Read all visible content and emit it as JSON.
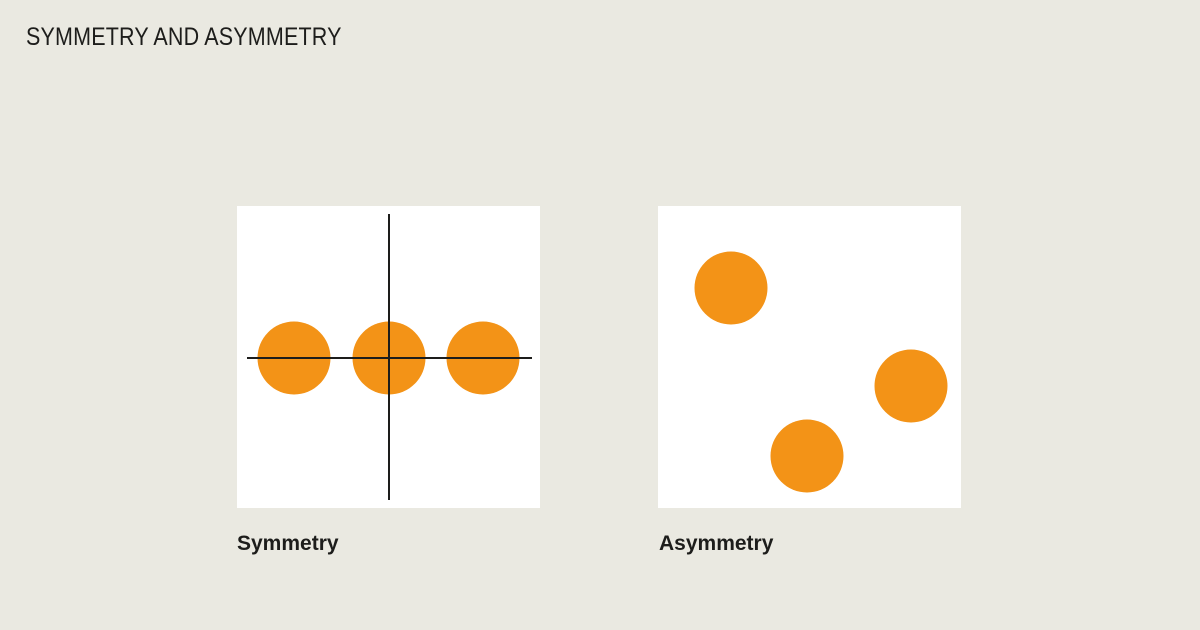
{
  "title": "SYMMETRY AND ASYMMETRY",
  "colors": {
    "background": "#eae9e1",
    "panel": "#ffffff",
    "circle": "#f39317",
    "axis": "#1d1d1b"
  },
  "panels": [
    {
      "id": "symmetry",
      "caption": "Symmetry",
      "circle_count": 3,
      "has_axes": true
    },
    {
      "id": "asymmetry",
      "caption": "Asymmetry",
      "circle_count": 3,
      "has_axes": false
    }
  ]
}
